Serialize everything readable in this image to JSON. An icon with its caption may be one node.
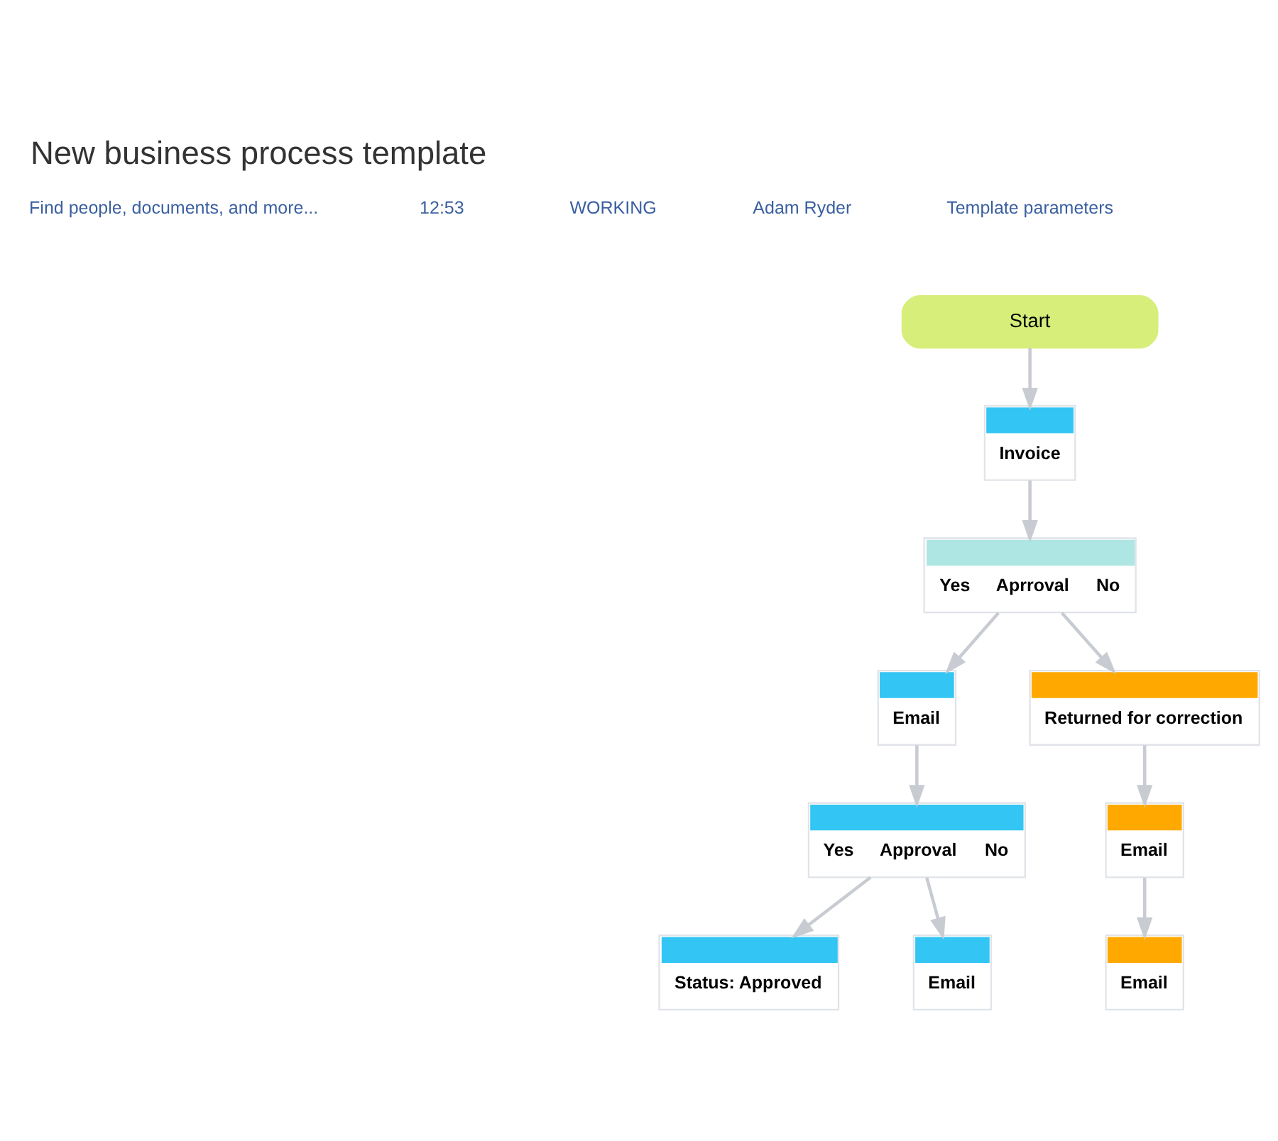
{
  "diagram": {
    "title": "New business process template",
    "nodes": [
      {
        "text": [
          "Start"
        ]
      },
      {
        "text": [
          "Invoice"
        ]
      },
      {
        "text": [
          "Yes",
          "Aprroval",
          "No"
        ]
      },
      {
        "text": [
          "Email"
        ]
      },
      {
        "text": [
          "Returned for correction"
        ]
      },
      {
        "text": [
          "Yes",
          "Approval",
          "No"
        ]
      },
      {
        "text": [
          "Email"
        ]
      },
      {
        "text": [
          "Status: Approved"
        ]
      },
      {
        "text": [
          "Email"
        ]
      },
      {
        "text": [
          "Email"
        ]
      }
    ],
    "edges": [
      {
        "from": 0,
        "to": 1,
        "arrow": "to"
      },
      {
        "from": 1,
        "to": 2,
        "arrow": "to"
      },
      {
        "from": 2,
        "to": 3,
        "arrow": "to"
      },
      {
        "from": 2,
        "to": 4,
        "arrow": "to"
      },
      {
        "from": 3,
        "to": 5,
        "arrow": "to"
      },
      {
        "from": 4,
        "to": 6,
        "arrow": "to"
      },
      {
        "from": 5,
        "to": 7,
        "arrow": "to"
      },
      {
        "from": 5,
        "to": 8,
        "arrow": "to"
      },
      {
        "from": 6,
        "to": 9,
        "arrow": "to"
      }
    ],
    "labels": [
      "Find people, documents, and more...",
      "12:53",
      "WORKING",
      "Adam Ryder",
      "Template parameters"
    ]
  }
}
